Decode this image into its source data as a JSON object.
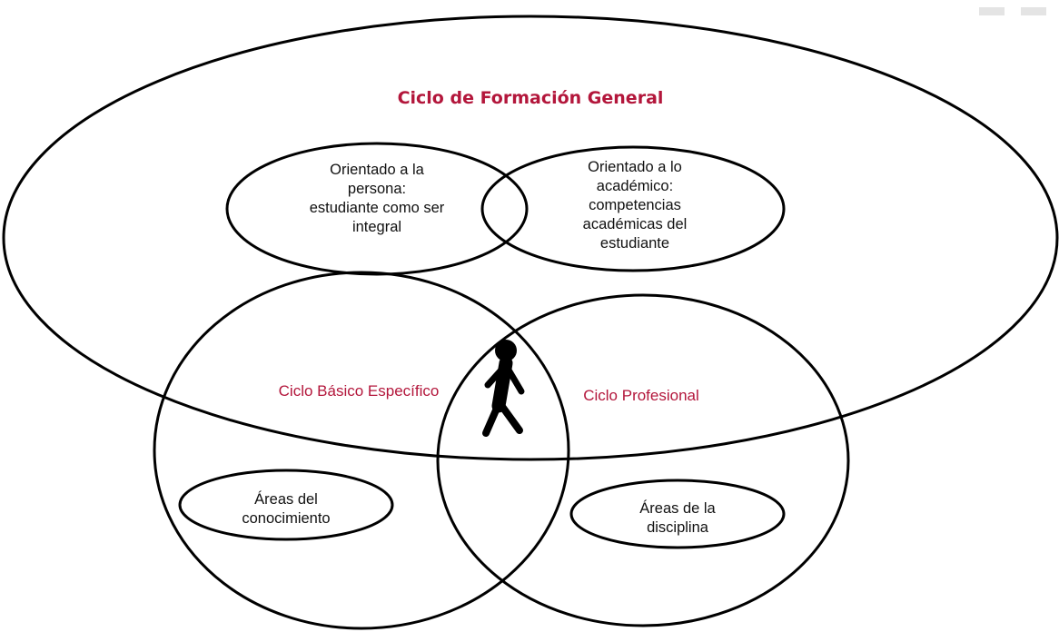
{
  "diagram": {
    "colors": {
      "accent": "#b3163b",
      "stroke": "#000000",
      "text": "#111111",
      "background": "#ffffff"
    },
    "general_cycle": {
      "title": "Ciclo de Formación General"
    },
    "person_oriented": {
      "lines": [
        "Orientado  a la",
        "persona:",
        "estudiante como ser",
        "integral"
      ]
    },
    "academic_oriented": {
      "lines": [
        "Orientado a lo",
        "académico:",
        "competencias",
        "académicas del",
        "estudiante"
      ]
    },
    "basic_cycle": {
      "title": "Ciclo Básico Específico"
    },
    "professional_cycle": {
      "title": "Ciclo Profesional"
    },
    "knowledge_areas": {
      "lines": [
        "Áreas del",
        "conocimiento"
      ]
    },
    "discipline_areas": {
      "lines": [
        "Áreas de la",
        "disciplina"
      ]
    },
    "student_figure": {
      "icon": "walking-person-icon"
    }
  }
}
